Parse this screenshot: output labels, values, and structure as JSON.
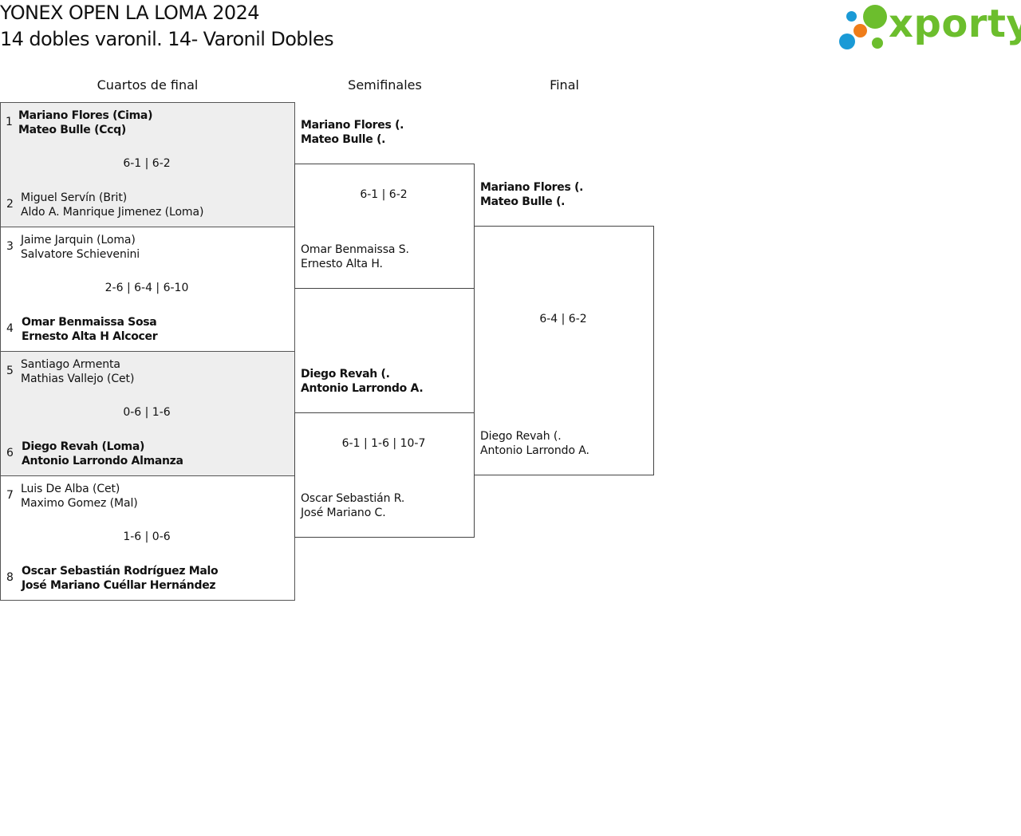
{
  "header": {
    "title": "YONEX OPEN LA LOMA 2024",
    "subtitle": "14 dobles varonil. 14- Varonil Dobles"
  },
  "logo": {
    "text": "xporty",
    "colors": {
      "green": "#6cbe2d",
      "blue": "#1a9ad6",
      "orange": "#ef7d1a"
    }
  },
  "rounds": {
    "quarterfinals": "Cuartos de final",
    "semifinals": "Semifinales",
    "final": "Final"
  },
  "quarterfinals": [
    {
      "top": {
        "seed": "1",
        "p1": "Mariano Flores (Cima)",
        "p2": "Mateo Bulle (Ccq)"
      },
      "score": "6-1 | 6-2",
      "bottom": {
        "seed": "2",
        "p1": "Miguel Servín (Brit)",
        "p2": "Aldo A. Manrique Jimenez (Loma)"
      }
    },
    {
      "top": {
        "seed": "3",
        "p1": "Jaime Jarquin (Loma)",
        "p2": "Salvatore Schievenini"
      },
      "score": "2-6 | 6-4 | 6-10",
      "bottom": {
        "seed": "4",
        "p1": "Omar Benmaissa Sosa",
        "p2": "Ernesto Alta H Alcocer"
      }
    },
    {
      "top": {
        "seed": "5",
        "p1": "Santiago Armenta",
        "p2": "Mathias Vallejo (Cet)"
      },
      "score": "0-6 | 1-6",
      "bottom": {
        "seed": "6",
        "p1": "Diego Revah (Loma)",
        "p2": "Antonio Larrondo Almanza"
      }
    },
    {
      "top": {
        "seed": "7",
        "p1": "Luis De Alba (Cet)",
        "p2": "Maximo Gomez (Mal)"
      },
      "score": "1-6 | 0-6",
      "bottom": {
        "seed": "8",
        "p1": "Oscar Sebastián Rodríguez Malo",
        "p2": "José Mariano Cuéllar Hernández"
      }
    }
  ],
  "semifinals": [
    {
      "top": {
        "p1": "Mariano Flores (.",
        "p2": "Mateo Bulle (."
      },
      "score": "6-1 | 6-2",
      "bottom": {
        "p1": "Omar Benmaissa S.",
        "p2": "Ernesto Alta H."
      }
    },
    {
      "top": {
        "p1": "Diego Revah (.",
        "p2": "Antonio Larrondo A."
      },
      "score": "6-1 | 1-6 | 10-7",
      "bottom": {
        "p1": "Oscar Sebastián R.",
        "p2": "José Mariano C."
      }
    }
  ],
  "final": {
    "top": {
      "p1": "Mariano Flores (.",
      "p2": "Mateo Bulle (."
    },
    "score": "6-4 | 6-2",
    "bottom": {
      "p1": "Diego Revah (.",
      "p2": "Antonio Larrondo A."
    }
  }
}
